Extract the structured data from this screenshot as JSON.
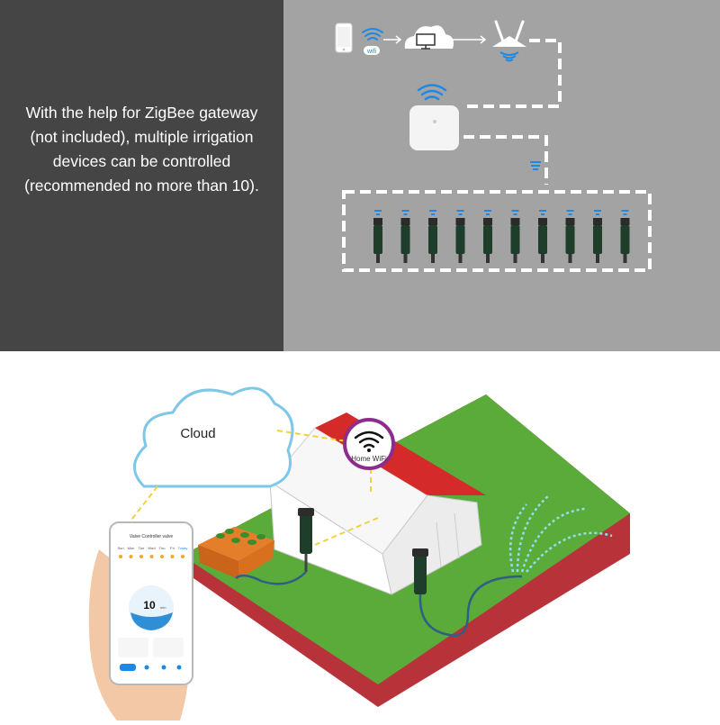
{
  "top": {
    "caption_lines": [
      "With the help for ZigBee gateway",
      "(not included), multiple irrigation",
      "devices can be controlled",
      "(recommended no more than 10)."
    ],
    "wifi_badge_small": "wifi",
    "device_count": 10
  },
  "bottom": {
    "cloud_label": "Cloud",
    "home_wifi_label": "Home WiFi",
    "phone": {
      "app_title": "Valve Controller valve",
      "days": [
        "Sun",
        "Mon",
        "Tue",
        "Wed",
        "Thu",
        "Fri",
        "Today"
      ],
      "dial_value": "10",
      "dial_unit": "min"
    }
  },
  "colors": {
    "left_panel": "#454545",
    "right_panel": "#a3a3a3",
    "grass": "#5bab3a",
    "roof": "#d42a2a",
    "soil": "#b8323a",
    "wifi_blue": "#1e88e5",
    "gateway_purple": "#8e2c8e"
  }
}
